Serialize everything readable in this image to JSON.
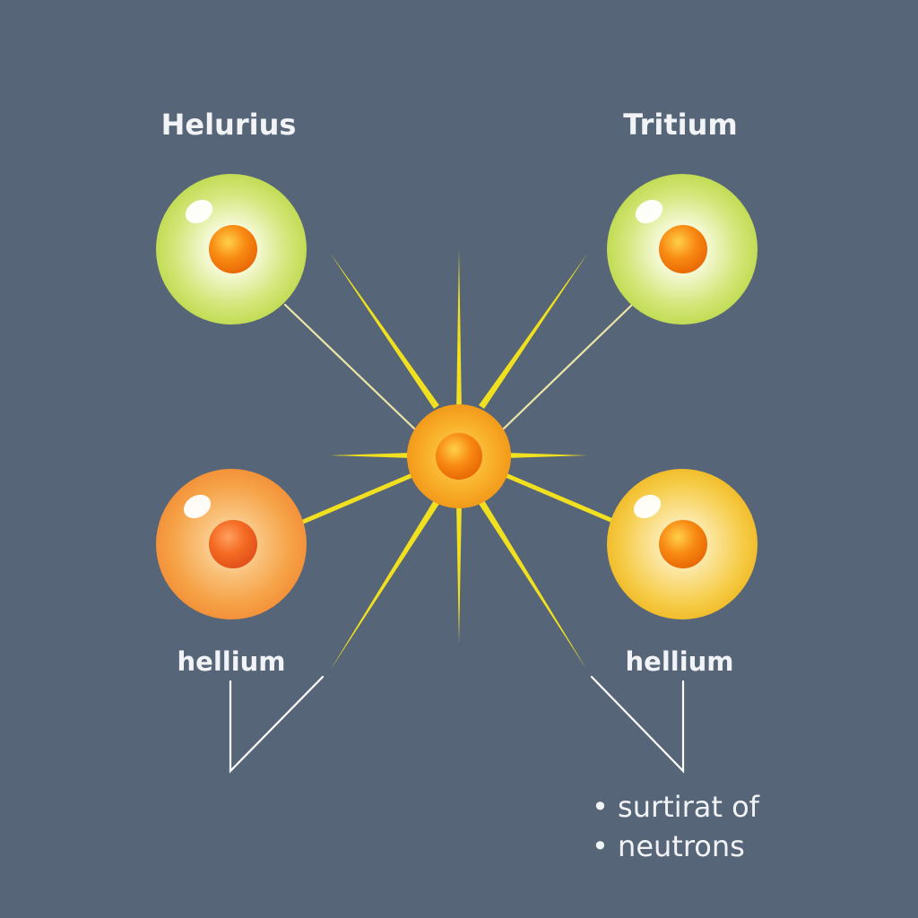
{
  "labels": {
    "top_left": "Helurius",
    "top_right": "Tritium",
    "bottom_left": "hellium",
    "bottom_right": "hellium"
  },
  "notes": [
    "• surtirat of",
    "• neutrons"
  ],
  "colors": {
    "background": "#566577",
    "ray": "#f0e020",
    "connector": "#ece6a8",
    "leader": "#ffffff",
    "green_atom": "#c9e15c",
    "orange_atom": "#f59a3c",
    "yellow_atom": "#f3c43a",
    "nucleus": "#f47f0c",
    "text": "#f1f3f6"
  }
}
